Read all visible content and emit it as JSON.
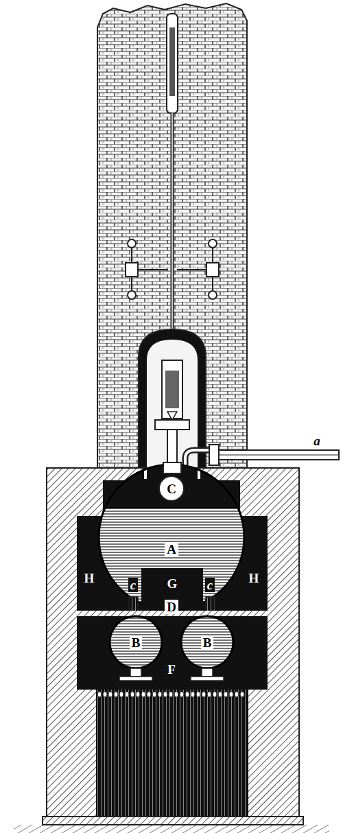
{
  "diagram": {
    "labels": [
      "a",
      "C",
      "A",
      "H",
      "c",
      "G",
      "c",
      "H",
      "D",
      "B",
      "B",
      "F"
    ]
  }
}
